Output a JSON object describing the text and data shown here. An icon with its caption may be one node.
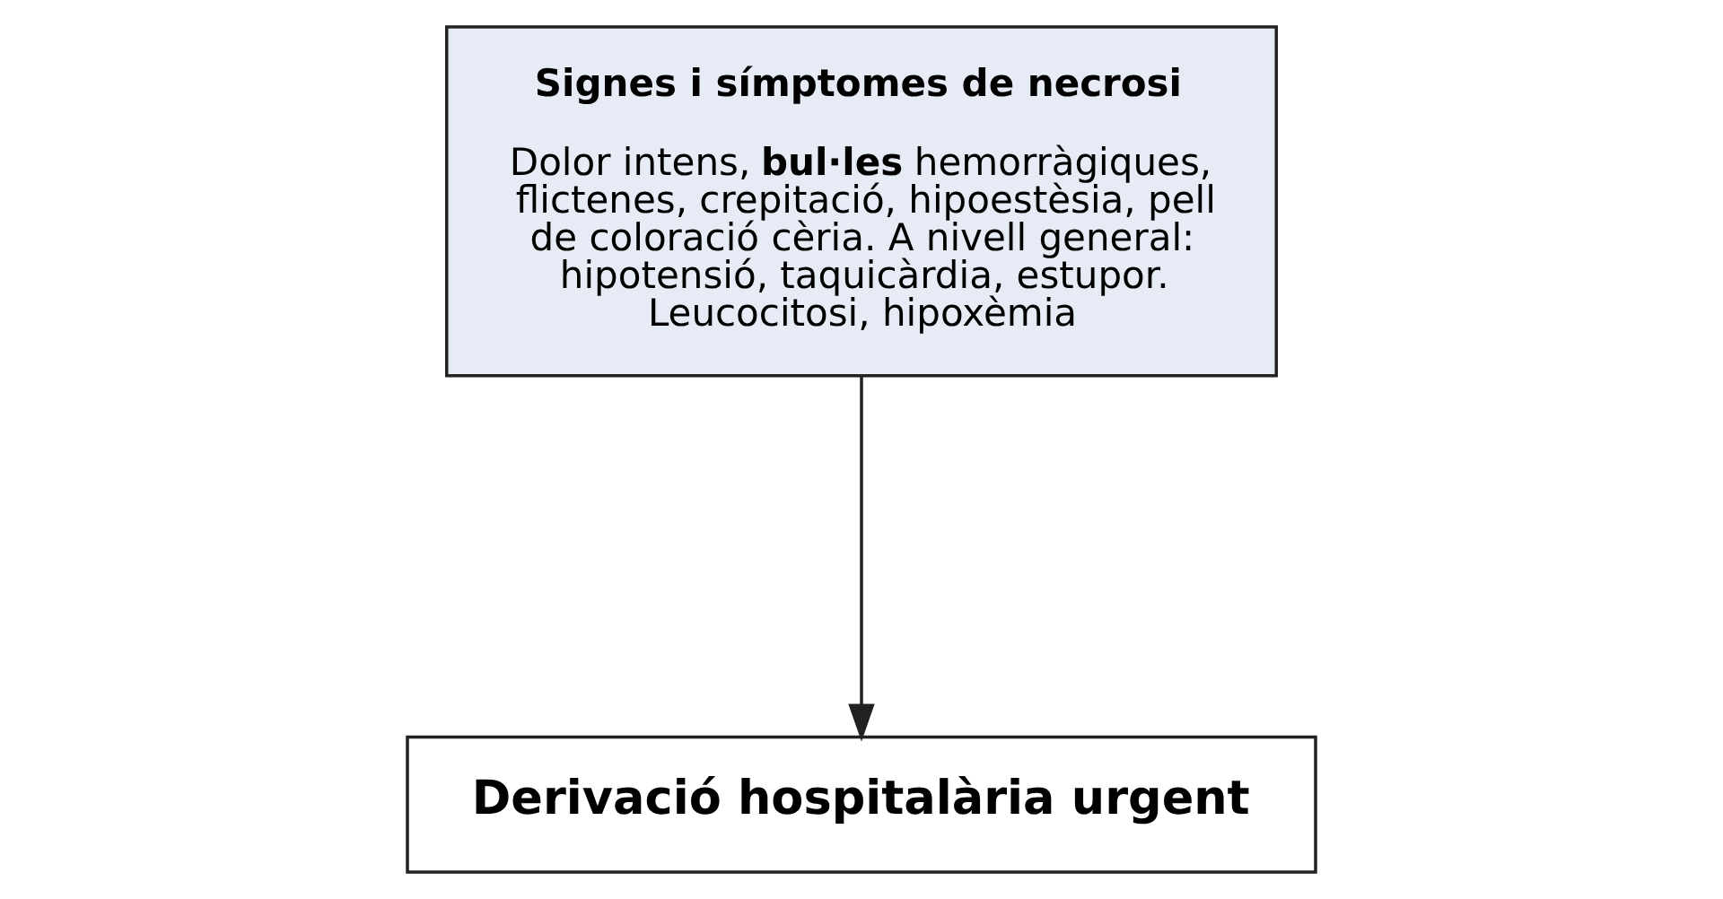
{
  "diagram": {
    "nodes": [
      {
        "text": [
          "Signes i símptomes de necrosi",
          "Dolor intens, **bul·les** hemorràgiques, flictenes, crepitació, hipoestèsia, pell de coloració cèria. A nivell general: hipotensió, taquicàrdia, estupor. Leucocitosi, hipoxèmia"
        ]
      },
      {
        "text": [
          "Derivació hospitalària urgent"
        ]
      }
    ],
    "edges": [
      {
        "from": 0,
        "to": 1,
        "arrow": "to"
      }
    ]
  }
}
